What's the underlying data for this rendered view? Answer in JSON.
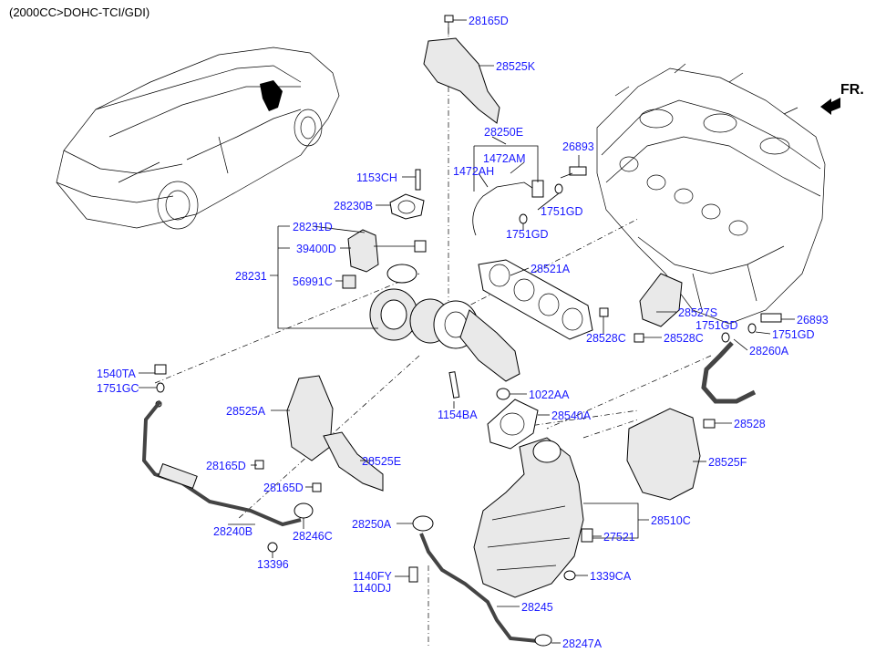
{
  "diagram": {
    "caption": "(2000CC>DOHC-TCI/GDI)",
    "direction_label": "FR.",
    "parts": {
      "p28165D_top": "28165D",
      "p28525K": "28525K",
      "p28250E": "28250E",
      "p1472AM": "1472AM",
      "p1472AH": "1472AH",
      "p26893_top": "26893",
      "p1751GD_a": "1751GD",
      "p1751GD_b": "1751GD",
      "p1153CH": "1153CH",
      "p28230B": "28230B",
      "p28231D": "28231D",
      "p39400D": "39400D",
      "p28231": "28231",
      "p56991C": "56991C",
      "p28521A": "28521A",
      "p28527S": "28527S",
      "p1751GD_c": "1751GD",
      "p26893_right": "26893",
      "p1751GD_d": "1751GD",
      "p28528C_a": "28528C",
      "p28528C_b": "28528C",
      "p28260A": "28260A",
      "p1540TA": "1540TA",
      "p1751GC": "1751GC",
      "p1022AA": "1022AA",
      "p1154BA": "1154BA",
      "p28525A": "28525A",
      "p28540A": "28540A",
      "p28528": "28528",
      "p28525E": "28525E",
      "p28165D_b": "28165D",
      "p28165D_c": "28165D",
      "p28525F": "28525F",
      "p28250A": "28250A",
      "p28510C": "28510C",
      "p27521": "27521",
      "p28240B": "28240B",
      "p28246C": "28246C",
      "p13396": "13396",
      "p1140FY": "1140FY",
      "p1140DJ": "1140DJ",
      "p1339CA": "1339CA",
      "p28245": "28245",
      "p28247A": "28247A"
    }
  }
}
